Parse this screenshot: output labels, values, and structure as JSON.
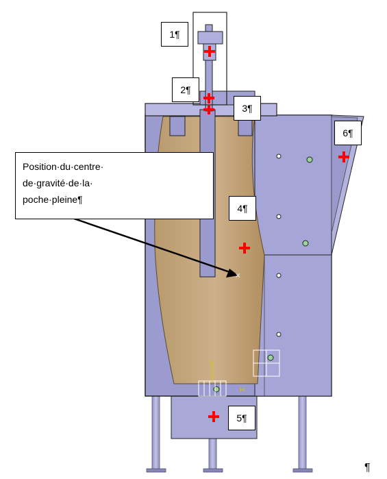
{
  "labels": {
    "l1": "1¶",
    "l2": "2¶",
    "l3": "3¶",
    "l4": "4¶",
    "l5": "5¶",
    "l6": "6¶"
  },
  "callout": {
    "line1": "Position·du·centre·",
    "line2": "de·gravité·de·la·",
    "line3": "poche·pleine¶"
  },
  "axis_labels": {
    "v": "V",
    "h": "H"
  },
  "end_mark": "¶",
  "colors": {
    "frame": "#9b9bd0",
    "pouch": "#c7aa7f",
    "marker": "#ff0000",
    "axis": "#d8c400"
  }
}
